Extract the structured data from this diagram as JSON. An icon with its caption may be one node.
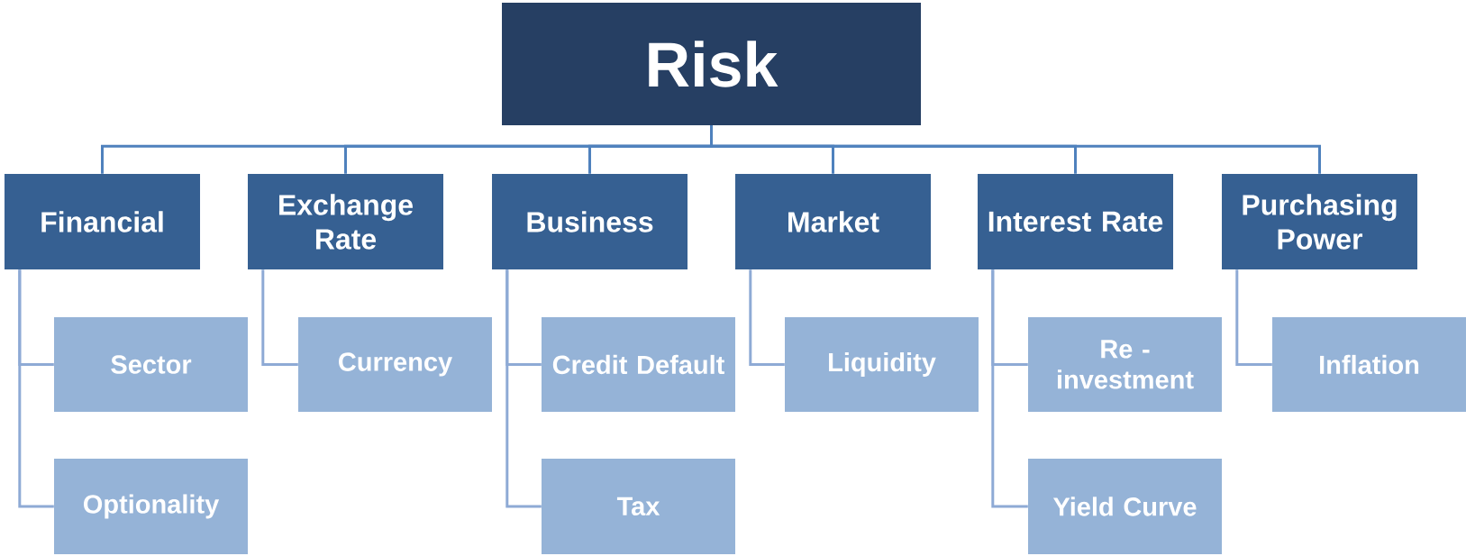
{
  "diagram": {
    "nodes": [
      {
        "text": [
          "Risk"
        ]
      },
      {
        "text": [
          "Financial"
        ]
      },
      {
        "text": [
          "Exchange Rate"
        ]
      },
      {
        "text": [
          "Business"
        ]
      },
      {
        "text": [
          "Market"
        ]
      },
      {
        "text": [
          "Interest Rate"
        ]
      },
      {
        "text": [
          "Purchasing Power"
        ]
      },
      {
        "text": [
          "Sector"
        ]
      },
      {
        "text": [
          "Currency"
        ]
      },
      {
        "text": [
          "Credit Default"
        ]
      },
      {
        "text": [
          "Liquidity"
        ]
      },
      {
        "text": [
          "Re - investment"
        ]
      },
      {
        "text": [
          "Inflation"
        ]
      },
      {
        "text": [
          "Optionality"
        ]
      },
      {
        "text": [
          "Tax"
        ]
      },
      {
        "text": [
          "Yield Curve"
        ]
      }
    ],
    "edges": [
      {
        "from": 0,
        "to": 1,
        "arrow": "none",
        "color": "#4f81bd"
      },
      {
        "from": 0,
        "to": 2,
        "arrow": "none",
        "color": "#4f81bd"
      },
      {
        "from": 0,
        "to": 3,
        "arrow": "none",
        "color": "#4f81bd"
      },
      {
        "from": 0,
        "to": 4,
        "arrow": "none",
        "color": "#4f81bd"
      },
      {
        "from": 0,
        "to": 5,
        "arrow": "none",
        "color": "#4f81bd"
      },
      {
        "from": 0,
        "to": 6,
        "arrow": "none",
        "color": "#4f81bd"
      },
      {
        "from": 1,
        "to": 7,
        "arrow": "none"
      },
      {
        "from": 1,
        "to": 13,
        "arrow": "none"
      },
      {
        "from": 2,
        "to": 8,
        "arrow": "none"
      },
      {
        "from": 3,
        "to": 9,
        "arrow": "none"
      },
      {
        "from": 3,
        "to": 14,
        "arrow": "none"
      },
      {
        "from": 4,
        "to": 10,
        "arrow": "none"
      },
      {
        "from": 5,
        "to": 11,
        "arrow": "none"
      },
      {
        "from": 5,
        "to": 15,
        "arrow": "none"
      },
      {
        "from": 6,
        "to": 12,
        "arrow": "none"
      }
    ]
  }
}
